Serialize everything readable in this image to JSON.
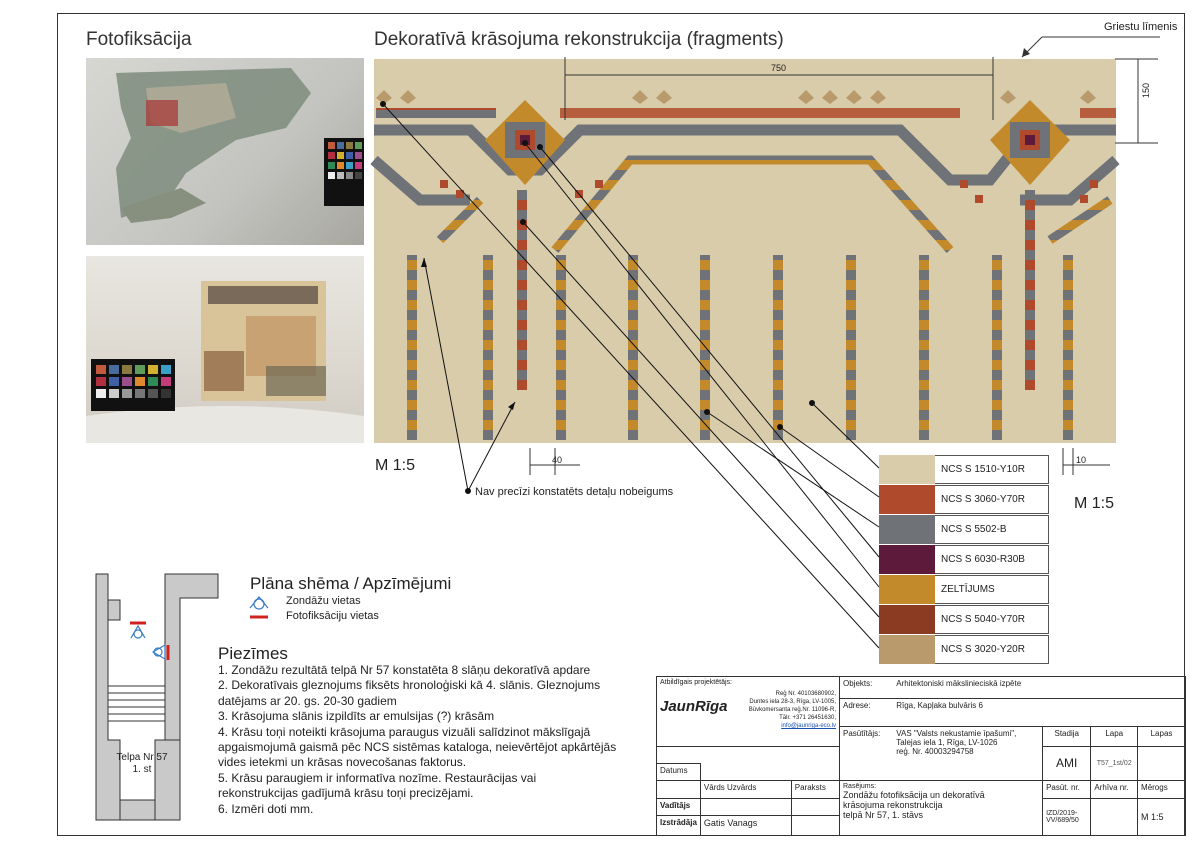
{
  "headings": {
    "photo": "Fotofiksācija",
    "reconstruction": "Dekoratīvā krāsojuma rekonstrukcija (fragments)",
    "ceiling": "Griestu līmenis",
    "plan": "Plāna shēma / Apzīmējumi",
    "notes": "Piezīmes"
  },
  "dimensions": {
    "width": "750",
    "height": "150",
    "left_gap": "40",
    "right_gap": "10"
  },
  "scale_left": "M 1:5",
  "scale_right": "M 1:5",
  "annotation": "Nav precīzi konstatēts detaļu nobeigums",
  "legend": {
    "sondage": "Zondāžu vietas",
    "photofix": "Fotofiksāciju vietas"
  },
  "room_label": {
    "line1": "Telpa Nr 57",
    "line2": "1. st"
  },
  "swatches": [
    {
      "label": "NCS S 1510-Y10R",
      "color": "#d9ccab"
    },
    {
      "label": "NCS S 3060-Y70R",
      "color": "#b04a2c"
    },
    {
      "label": "NCS S 5502-B",
      "color": "#6f7377"
    },
    {
      "label": "NCS S 6030-R30B",
      "color": "#5e1a3a"
    },
    {
      "label": "ZELTĪJUMS",
      "color": "#c28a2a"
    },
    {
      "label": "NCS S 5040-Y70R",
      "color": "#8a3b22"
    },
    {
      "label": "NCS S 3020-Y20R",
      "color": "#b99a6c"
    }
  ],
  "notes": [
    "1. Zondāžu rezultātā telpā Nr 57 konstatēta 8 slāņu dekoratīvā apdare",
    "2. Dekoratīvais gleznojums fiksēts hronoloģiski kā 4. slānis. Gleznojums",
    "datējams ar 20. gs. 20-30 gadiem",
    "3. Krāsojuma slānis izpildīts ar emulsijas (?) krāsām",
    "4. Krāsu toņi noteikti krāsojuma paraugus vizuāli salīdzinot mākslīgajā",
    "apgaismojumā gaismā pēc NCS sistēmas kataloga, neievērtējot apkārtējās",
    "vides ietekmi un krāsas novecošanas faktorus.",
    "5. Krāsu paraugiem ir informatīva nozīme. Restaurācijas vai",
    "rekonstrukcijas gadījumā krāsu toņi precizējami.",
    "6. Izmēri doti mm."
  ],
  "title_block": {
    "resp_label": "Atbildīgais projektētājs:",
    "company": "JaunRīga",
    "company_info": [
      "Reģ Nr. 40103680902,",
      "Duntes iela 28-3, Rīga, LV-1005,",
      "Būvkomersanta reģ.Nr. 11096-R,",
      "Tālr. +371 26451630,",
      "info@jaunriga-eco.lv"
    ],
    "object_label": "Objekts:",
    "object": "Arhitektoniski mākslinieciskā izpēte",
    "address_label": "Adrese:",
    "address": "Rīga, Kapļaka bulvāris 6",
    "client_label": "Pasūtītājs:",
    "client": [
      "VAS \"Valsts nekustamie īpašumi\",",
      "Talejas iela 1, Rīga, LV-1026",
      "reģ. Nr. 40003294758"
    ],
    "stage_label": "Stadija",
    "stage": "AMI",
    "page_label": "Lapa",
    "page": "T57_1st/02",
    "pages_label": "Lapas",
    "date_label": "Datums",
    "name_label": "Vārds Uzvārds",
    "sign_label": "Paraksts",
    "lead_label": "Vadītājs",
    "made_label": "Izstrādāja",
    "made_name": "Gatis Vanags",
    "drawing_label": "Rasējums:",
    "drawing": [
      "Zondāžu fotofiksācija un dekoratīvā",
      "krāsojuma rekonstrukcija",
      "telpā Nr 57, 1. stāvs"
    ],
    "order_label": "Pasūt. nr.",
    "archive_label": "Arhīva nr.",
    "scale_label": "Mērogs",
    "order": [
      "IZD/2019-",
      "VV/689/50"
    ],
    "scale": "M 1:5"
  }
}
